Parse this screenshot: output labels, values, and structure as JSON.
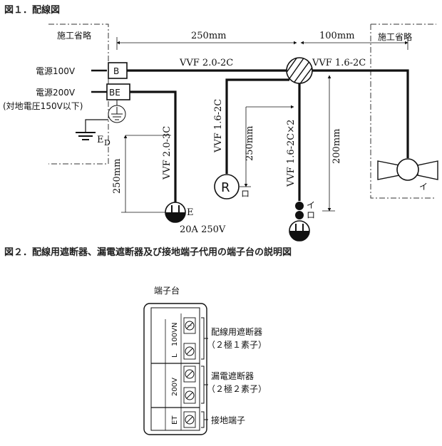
{
  "figure1": {
    "title": "図１．配線図",
    "omit_left": "施工省略",
    "omit_right": "施工省略",
    "dim_250_top": "250mm",
    "dim_100_top": "100mm",
    "supply_100": "電源100V",
    "supply_200": "電源200V",
    "supply_200_note": "(対地電圧150V以下)",
    "box_b": "B",
    "box_be": "BE",
    "ground": "E",
    "ground_sub": "D",
    "cable_main": "VVF 2.0-2C",
    "cable_right": "VVF 1.6-2C",
    "cable_outlet": "VVF 2.0-3C",
    "cable_r": "VVF 1.6-2C",
    "cable_down": "VVF 1.6-2C×2",
    "dim_250_mid": "250mm",
    "dim_250_left": "250mm",
    "dim_200": "200mm",
    "lamp_r": "R",
    "lamp_r_tag": "ロ",
    "sw_i": "イ",
    "sw_ro": "ロ",
    "pendant_tag": "イ",
    "outlet_e": "E",
    "outlet_rating": "20A 250V"
  },
  "figure2": {
    "title": "図２．配線用遮断器、漏電遮断器及び接地端子代用の端子台の説明図",
    "terminal_block": "端子台",
    "t100": "100V",
    "tN": "N",
    "tL": "L",
    "t200": "200V",
    "tET": "ET",
    "note_mccb": "配線用遮断器",
    "note_mccb_sub": "（２極１素子）",
    "note_elcb": "漏電遮断器",
    "note_elcb_sub": "（２極２素子）",
    "note_et": "接地端子"
  }
}
